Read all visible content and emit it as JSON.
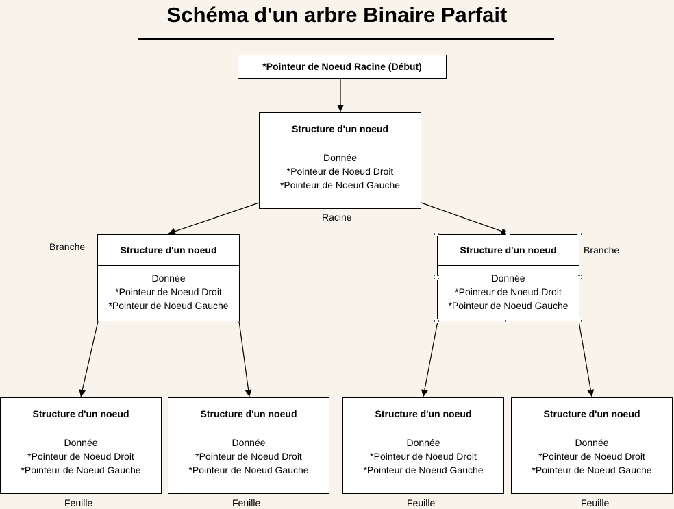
{
  "title": "Schéma d'un arbre Binaire Parfait",
  "root_pointer": "*Pointeur de Noeud Racine (Début)",
  "node": {
    "header": "Structure d'un noeud",
    "line1": "Donnée",
    "line2": "*Pointeur de Noeud Droit",
    "line3": "*Pointeur de Noeud Gauche"
  },
  "labels": {
    "racine": "Racine",
    "branche": "Branche",
    "feuille": "Feuille"
  }
}
